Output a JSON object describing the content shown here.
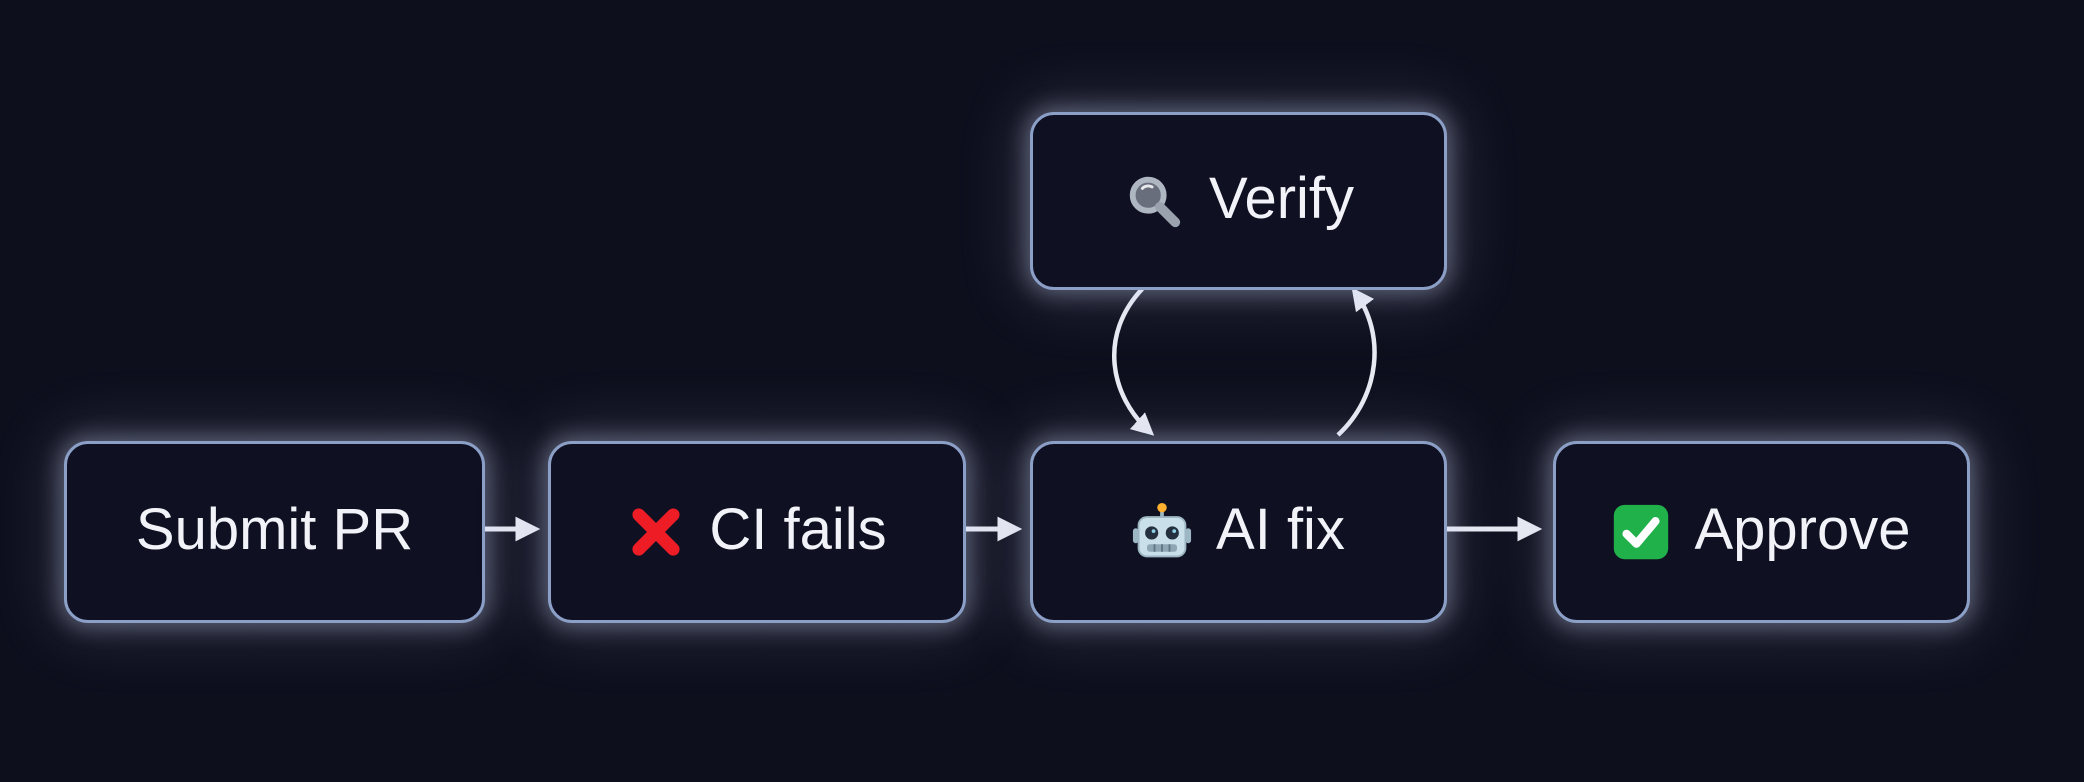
{
  "diagram": {
    "type": "flowchart",
    "background_color": "#0e0f1d",
    "node_fill_color": "#0f1022",
    "node_border_color": "#8b9fc7",
    "node_text_color": "#f2f3f8",
    "arrow_color": "#e8eaf2",
    "nodes": [
      {
        "id": "submit-pr",
        "label": "Submit PR",
        "icon": null
      },
      {
        "id": "ci-fails",
        "label": "CI fails",
        "icon": "cross-mark-icon"
      },
      {
        "id": "ai-fix",
        "label": "AI fix",
        "icon": "robot-icon"
      },
      {
        "id": "approve",
        "label": "Approve",
        "icon": "check-mark-icon"
      },
      {
        "id": "verify",
        "label": "Verify",
        "icon": "magnifying-glass-icon"
      }
    ],
    "edges": [
      {
        "from": "submit-pr",
        "to": "ci-fails"
      },
      {
        "from": "ci-fails",
        "to": "ai-fix"
      },
      {
        "from": "ai-fix",
        "to": "approve"
      },
      {
        "from": "verify",
        "to": "ai-fix"
      },
      {
        "from": "ai-fix",
        "to": "verify"
      }
    ]
  }
}
